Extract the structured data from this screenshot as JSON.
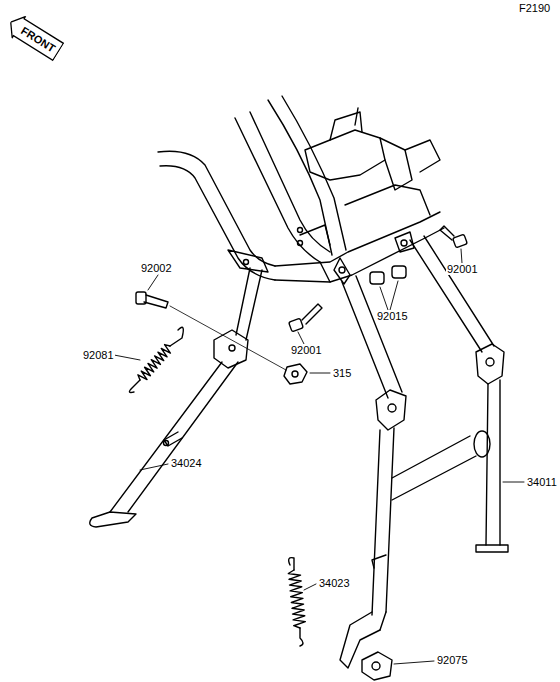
{
  "diagram": {
    "nodes": [
      {
        "text": [
          "FRONT"
        ]
      }
    ],
    "labels": [
      "F2190",
      "92002",
      "92001",
      "92015",
      "92081",
      "92001",
      "315",
      "34024",
      "34011",
      "34023",
      "92075"
    ]
  }
}
